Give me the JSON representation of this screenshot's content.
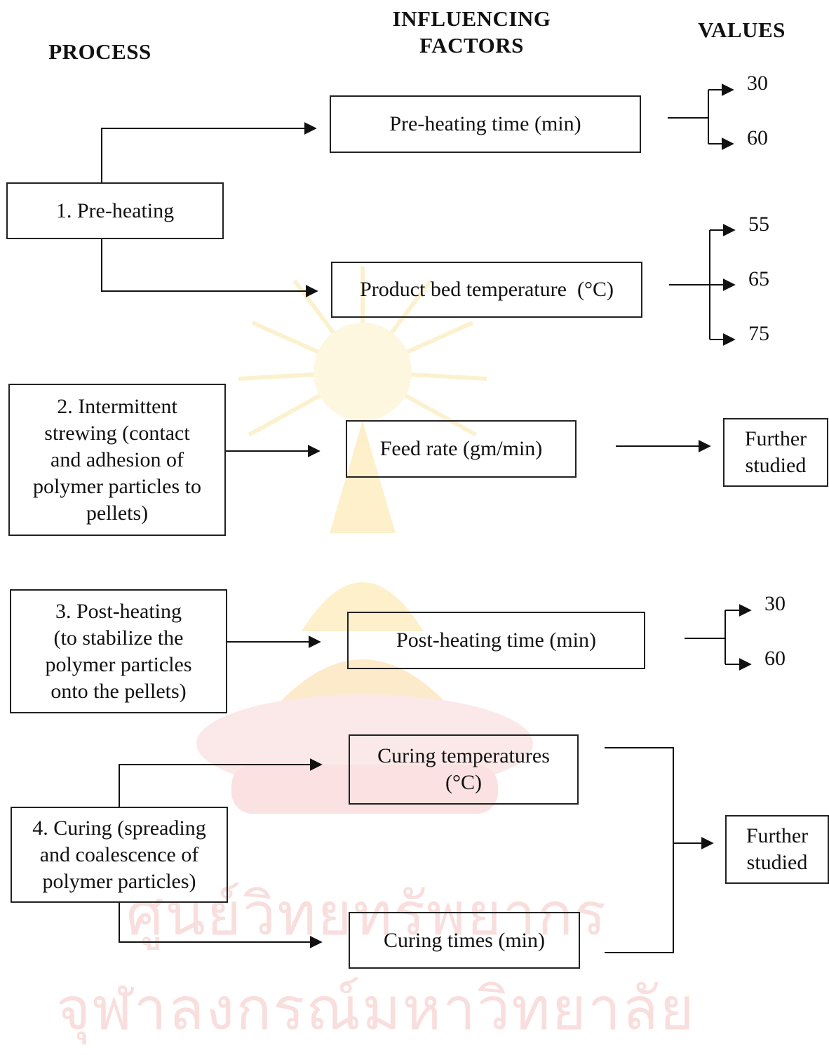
{
  "headers": {
    "process": "PROCESS",
    "factors": "INFLUENCING\nFACTORS",
    "values": "VALUES"
  },
  "processes": {
    "p1": "1. Pre-heating",
    "p2": "2. Intermittent\nstrewing (contact\nand adhesion of\npolymer particles to\npellets)",
    "p3": "3. Post-heating\n(to stabilize the\npolymer particles\nonto the pellets)",
    "p4": "4. Curing (spreading\nand coalescence of\npolymer particles)"
  },
  "factors": {
    "preheating_time": "Pre-heating time (min)",
    "bed_temperature": "Product bed temperature  (°C)",
    "feed_rate": "Feed rate (gm/min)",
    "postheating_time": "Post-heating time (min)",
    "curing_temperatures": "Curing temperatures\n(°C)",
    "curing_times": "Curing times (min)"
  },
  "values": {
    "preheating_time": [
      "30",
      "60"
    ],
    "bed_temperature": [
      "55",
      "65",
      "75"
    ],
    "postheating_time": [
      "30",
      "60"
    ],
    "feed_rate_outcome": "Further\nstudied",
    "curing_outcome": "Further\nstudied"
  },
  "watermark": {
    "line1": "ศูนย์วิทยทรัพยากร",
    "line2": "จุฬาลงกรณ์มหาวิทยาลัย"
  }
}
